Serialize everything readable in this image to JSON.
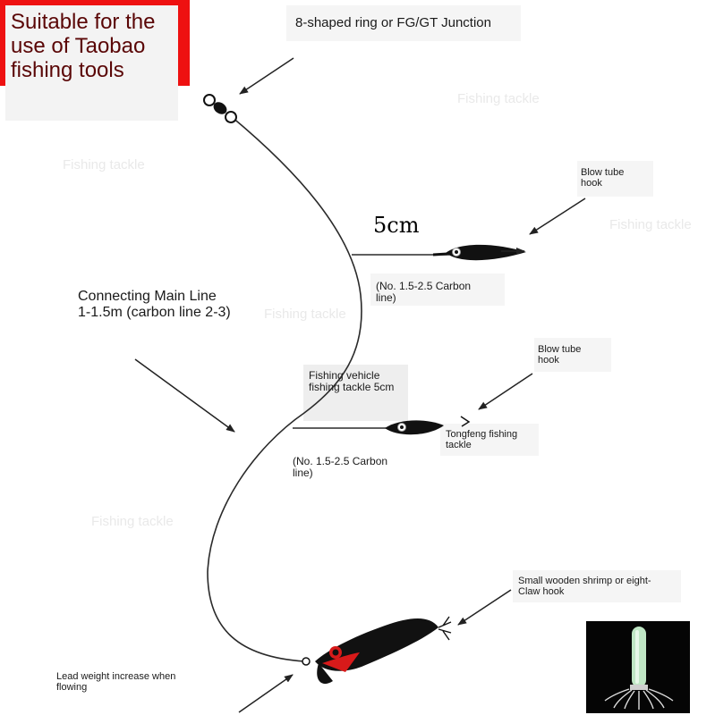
{
  "title": "Suitable for the\nuse of Taobao\nfishing tools",
  "watermark": "Fishing tackle",
  "labels": {
    "ring": "8-shaped ring or FG/GT Junction",
    "blow_tube_1": "Blow tube\nhook",
    "length": "5cm",
    "carbon_1": "(No. 1.5-2.5 Carbon\nline)",
    "main_line": "Connecting Main Line\n1-1.5m (carbon line 2-3)",
    "blow_tube_2": "Blow tube\nhook",
    "vehicle": "Fishing vehicle\nfishing tackle 5cm",
    "tongfeng": "Tongfeng fishing\ntackle",
    "carbon_2": "(No. 1.5-2.5 Carbon\nline)",
    "shrimp": "Small wooden shrimp or eight-\nClaw hook",
    "lead": "Lead weight increase when\nflowing"
  },
  "colors": {
    "banner": "#ee1111",
    "title_text": "#5a0606",
    "line": "#2a2a2a",
    "lure": "#111111",
    "lure_accent": "#d81a1a",
    "glow": "#bfe6c4"
  }
}
